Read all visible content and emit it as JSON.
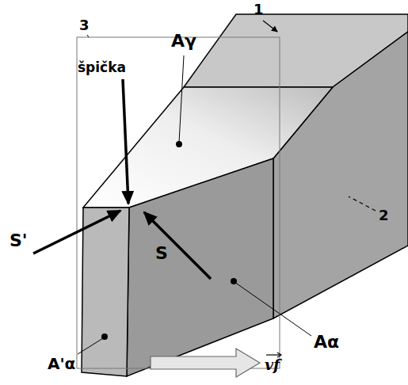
{
  "diagram": {
    "labels": [
      "1",
      "Aγ",
      "3",
      "špička",
      "S'",
      "S",
      "2",
      "A'α",
      "Aα",
      "vf"
    ]
  }
}
